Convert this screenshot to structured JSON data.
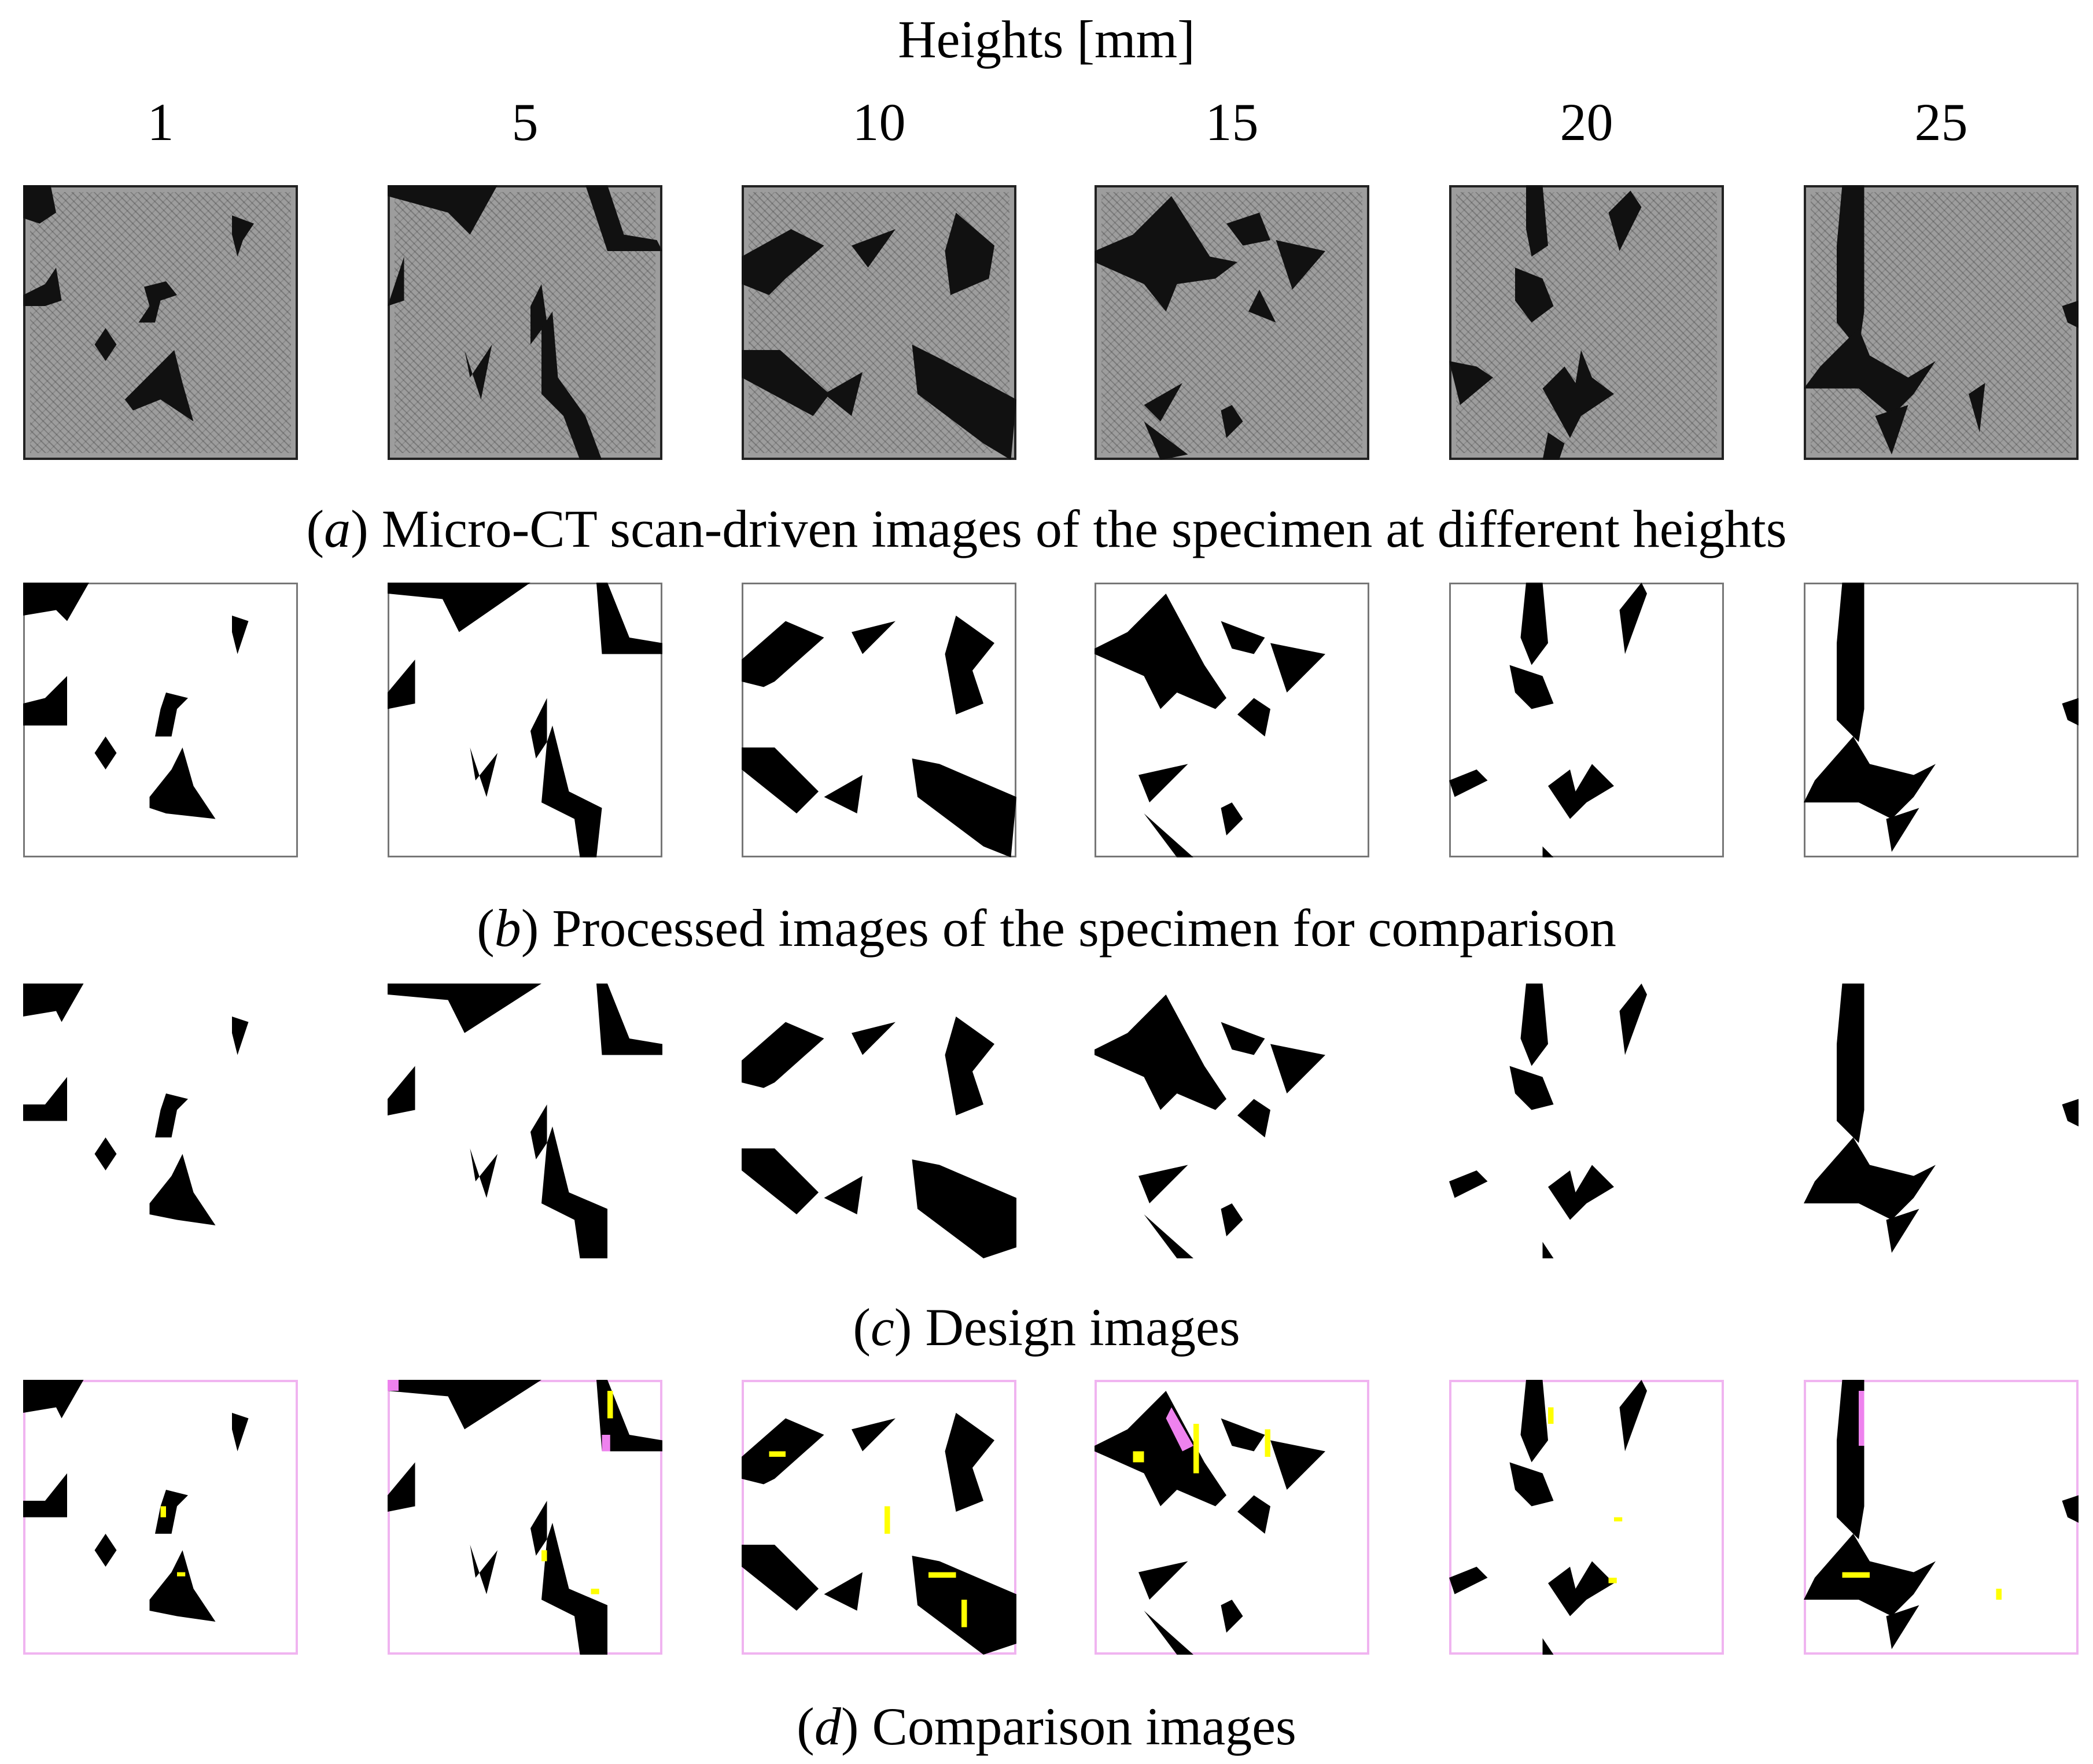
{
  "figure": {
    "header": "Heights [mm]",
    "heights": [
      "1",
      "5",
      "10",
      "15",
      "20",
      "25"
    ],
    "rows": [
      {
        "id": "a",
        "label": "a",
        "caption": " Micro-CT scan-driven images of the specimen at different heights",
        "style": "grayscale-ct"
      },
      {
        "id": "b",
        "label": "b",
        "caption": " Processed images of the specimen for comparison",
        "style": "binary"
      },
      {
        "id": "c",
        "label": "c",
        "caption": " Design images",
        "style": "binary-design"
      },
      {
        "id": "d",
        "label": "d",
        "caption": " Comparison images",
        "style": "overlay"
      }
    ],
    "colors": {
      "ct_background": "#9d9d9d",
      "void": "#000000",
      "material": "#ffffff",
      "overlay_excess": "#ffff00",
      "overlay_missing": "#ee82ee"
    }
  }
}
